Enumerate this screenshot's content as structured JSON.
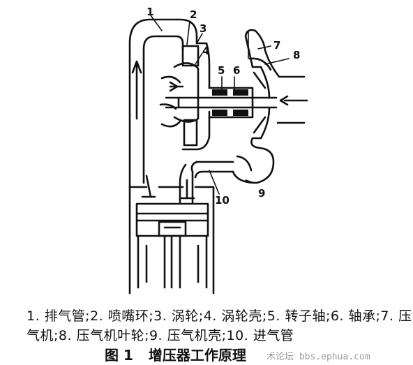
{
  "diagram": {
    "labels": [
      "1",
      "2",
      "3",
      "4",
      "5",
      "6",
      "7",
      "8",
      "9",
      "10"
    ]
  },
  "caption": {
    "line1": "1. 排气管;2. 喷嘴环;3. 涡轮;4. 涡轮壳;5. 转子轴;6. 轴承;7. 压",
    "line2": "气机;8. 压气机叶轮;9. 压气机壳;10. 进气管"
  },
  "figure": {
    "number": "图 1",
    "title": "增压器工作原理"
  },
  "watermark": "术论坛 bbs.ephua.com"
}
